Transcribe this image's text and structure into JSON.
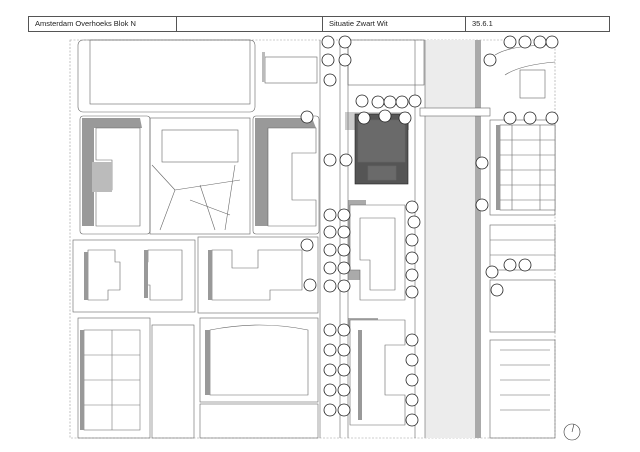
{
  "title_block": {
    "project": "Amsterdam Overhoeks Blok N",
    "empty_field": "",
    "drawing_title": "Situatie Zwart Wit",
    "drawing_number": "35.6.1"
  },
  "plan": {
    "icons": [
      "north-arrow-icon",
      "tree-icon"
    ],
    "colors": {
      "line": "#555555",
      "shadow": "#9a9a9a",
      "highlight_building": "#5a5a5a",
      "water": "#ececec"
    }
  }
}
